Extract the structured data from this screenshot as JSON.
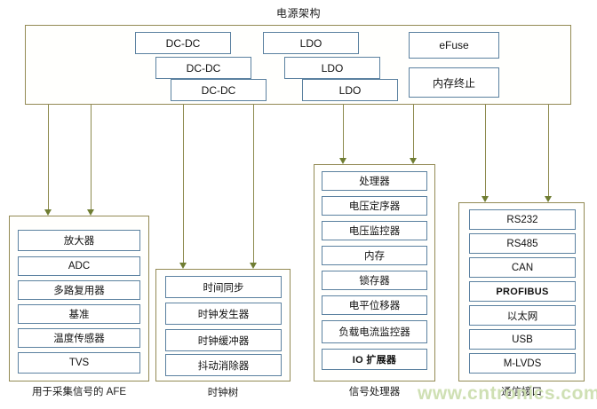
{
  "title": "电源架构",
  "watermark": "www.cntronics.com",
  "colors": {
    "group_border": "#938a54",
    "leaf_border": "#5b81a0",
    "connector": "#8d8a4e",
    "arrowhead": "#6f7d32",
    "watermark": "#cfe0b4",
    "text": "#111111",
    "background": "#ffffff"
  },
  "power_block": {
    "name": "电源架构",
    "rails": [
      {
        "label": "DC-DC"
      },
      {
        "label": "DC-DC"
      },
      {
        "label": "DC-DC"
      },
      {
        "label": "LDO"
      },
      {
        "label": "LDO"
      },
      {
        "label": "LDO"
      },
      {
        "label": "eFuse"
      },
      {
        "label": "内存终止"
      }
    ]
  },
  "groups": [
    {
      "id": "afe",
      "caption": "用于采集信号的 AFE",
      "items": [
        {
          "label": "放大器",
          "bold": false
        },
        {
          "label": "ADC",
          "bold": false
        },
        {
          "label": "多路复用器",
          "bold": false
        },
        {
          "label": "基准",
          "bold": false
        },
        {
          "label": "温度传感器",
          "bold": false
        },
        {
          "label": "TVS",
          "bold": false
        }
      ]
    },
    {
      "id": "clock-tree",
      "caption": "时钟树",
      "items": [
        {
          "label": "时间同步",
          "bold": false
        },
        {
          "label": "时钟发生器",
          "bold": false
        },
        {
          "label": "时钟缓冲器",
          "bold": false
        },
        {
          "label": "抖动消除器",
          "bold": false
        }
      ]
    },
    {
      "id": "signal-processor",
      "caption": "信号处理器",
      "items": [
        {
          "label": "处理器",
          "bold": false
        },
        {
          "label": "电压定序器",
          "bold": false
        },
        {
          "label": "电压监控器",
          "bold": false
        },
        {
          "label": "内存",
          "bold": false
        },
        {
          "label": "锁存器",
          "bold": false
        },
        {
          "label": "电平位移器",
          "bold": false
        },
        {
          "label": "负载电流监控器",
          "bold": false
        },
        {
          "label": "IO 扩展器",
          "bold": true
        }
      ]
    },
    {
      "id": "comm-interface",
      "caption": "通信接口",
      "items": [
        {
          "label": "RS232",
          "bold": false
        },
        {
          "label": "RS485",
          "bold": false
        },
        {
          "label": "CAN",
          "bold": false
        },
        {
          "label": "PROFIBUS",
          "bold": true
        },
        {
          "label": "以太网",
          "bold": false
        },
        {
          "label": "USB",
          "bold": false
        },
        {
          "label": "M-LVDS",
          "bold": false
        }
      ]
    }
  ],
  "connectors": [
    {
      "from": "power_block",
      "to": "afe"
    },
    {
      "from": "power_block",
      "to": "afe"
    },
    {
      "from": "power_block",
      "to": "clock-tree"
    },
    {
      "from": "power_block",
      "to": "clock-tree"
    },
    {
      "from": "power_block",
      "to": "signal-processor"
    },
    {
      "from": "power_block",
      "to": "signal-processor"
    },
    {
      "from": "power_block",
      "to": "comm-interface"
    },
    {
      "from": "power_block",
      "to": "comm-interface"
    }
  ]
}
